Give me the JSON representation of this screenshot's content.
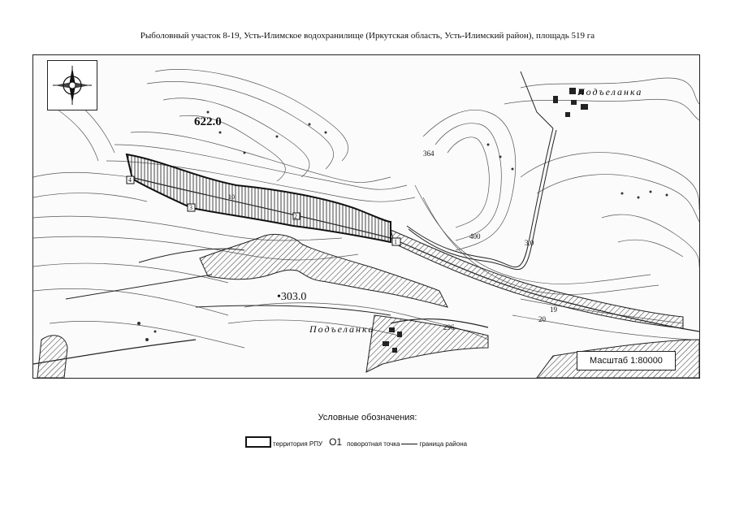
{
  "title": "Рыболовный участок 8-19, Усть-Илимское водохранилище (Иркутская область, Усть-Илимский район), площадь 519 га",
  "map": {
    "labels": {
      "elev_622": "622.0",
      "elev_303": "•303.0",
      "village_top": "Подъеланка",
      "village_bottom": "Подъеланка",
      "elev_364": "364",
      "contour_400": "400",
      "contour_30": "3.0",
      "depth_19": "19",
      "depth_20": "20",
      "depth_10": "10",
      "num_296": "296",
      "pt1": "1",
      "pt2": "2",
      "pt3": "3",
      "pt4": "4"
    },
    "colors": {
      "ink": "#111111",
      "hatch": "#333333",
      "paper": "#fbfbfb"
    }
  },
  "scale": {
    "text": "Масштаб 1:80000"
  },
  "legend": {
    "title": "Условные обозначения:",
    "territory": "территория РПУ",
    "point_symbol": "О",
    "point_number": "1",
    "point": "поворотная точка",
    "boundary": "граница района"
  }
}
